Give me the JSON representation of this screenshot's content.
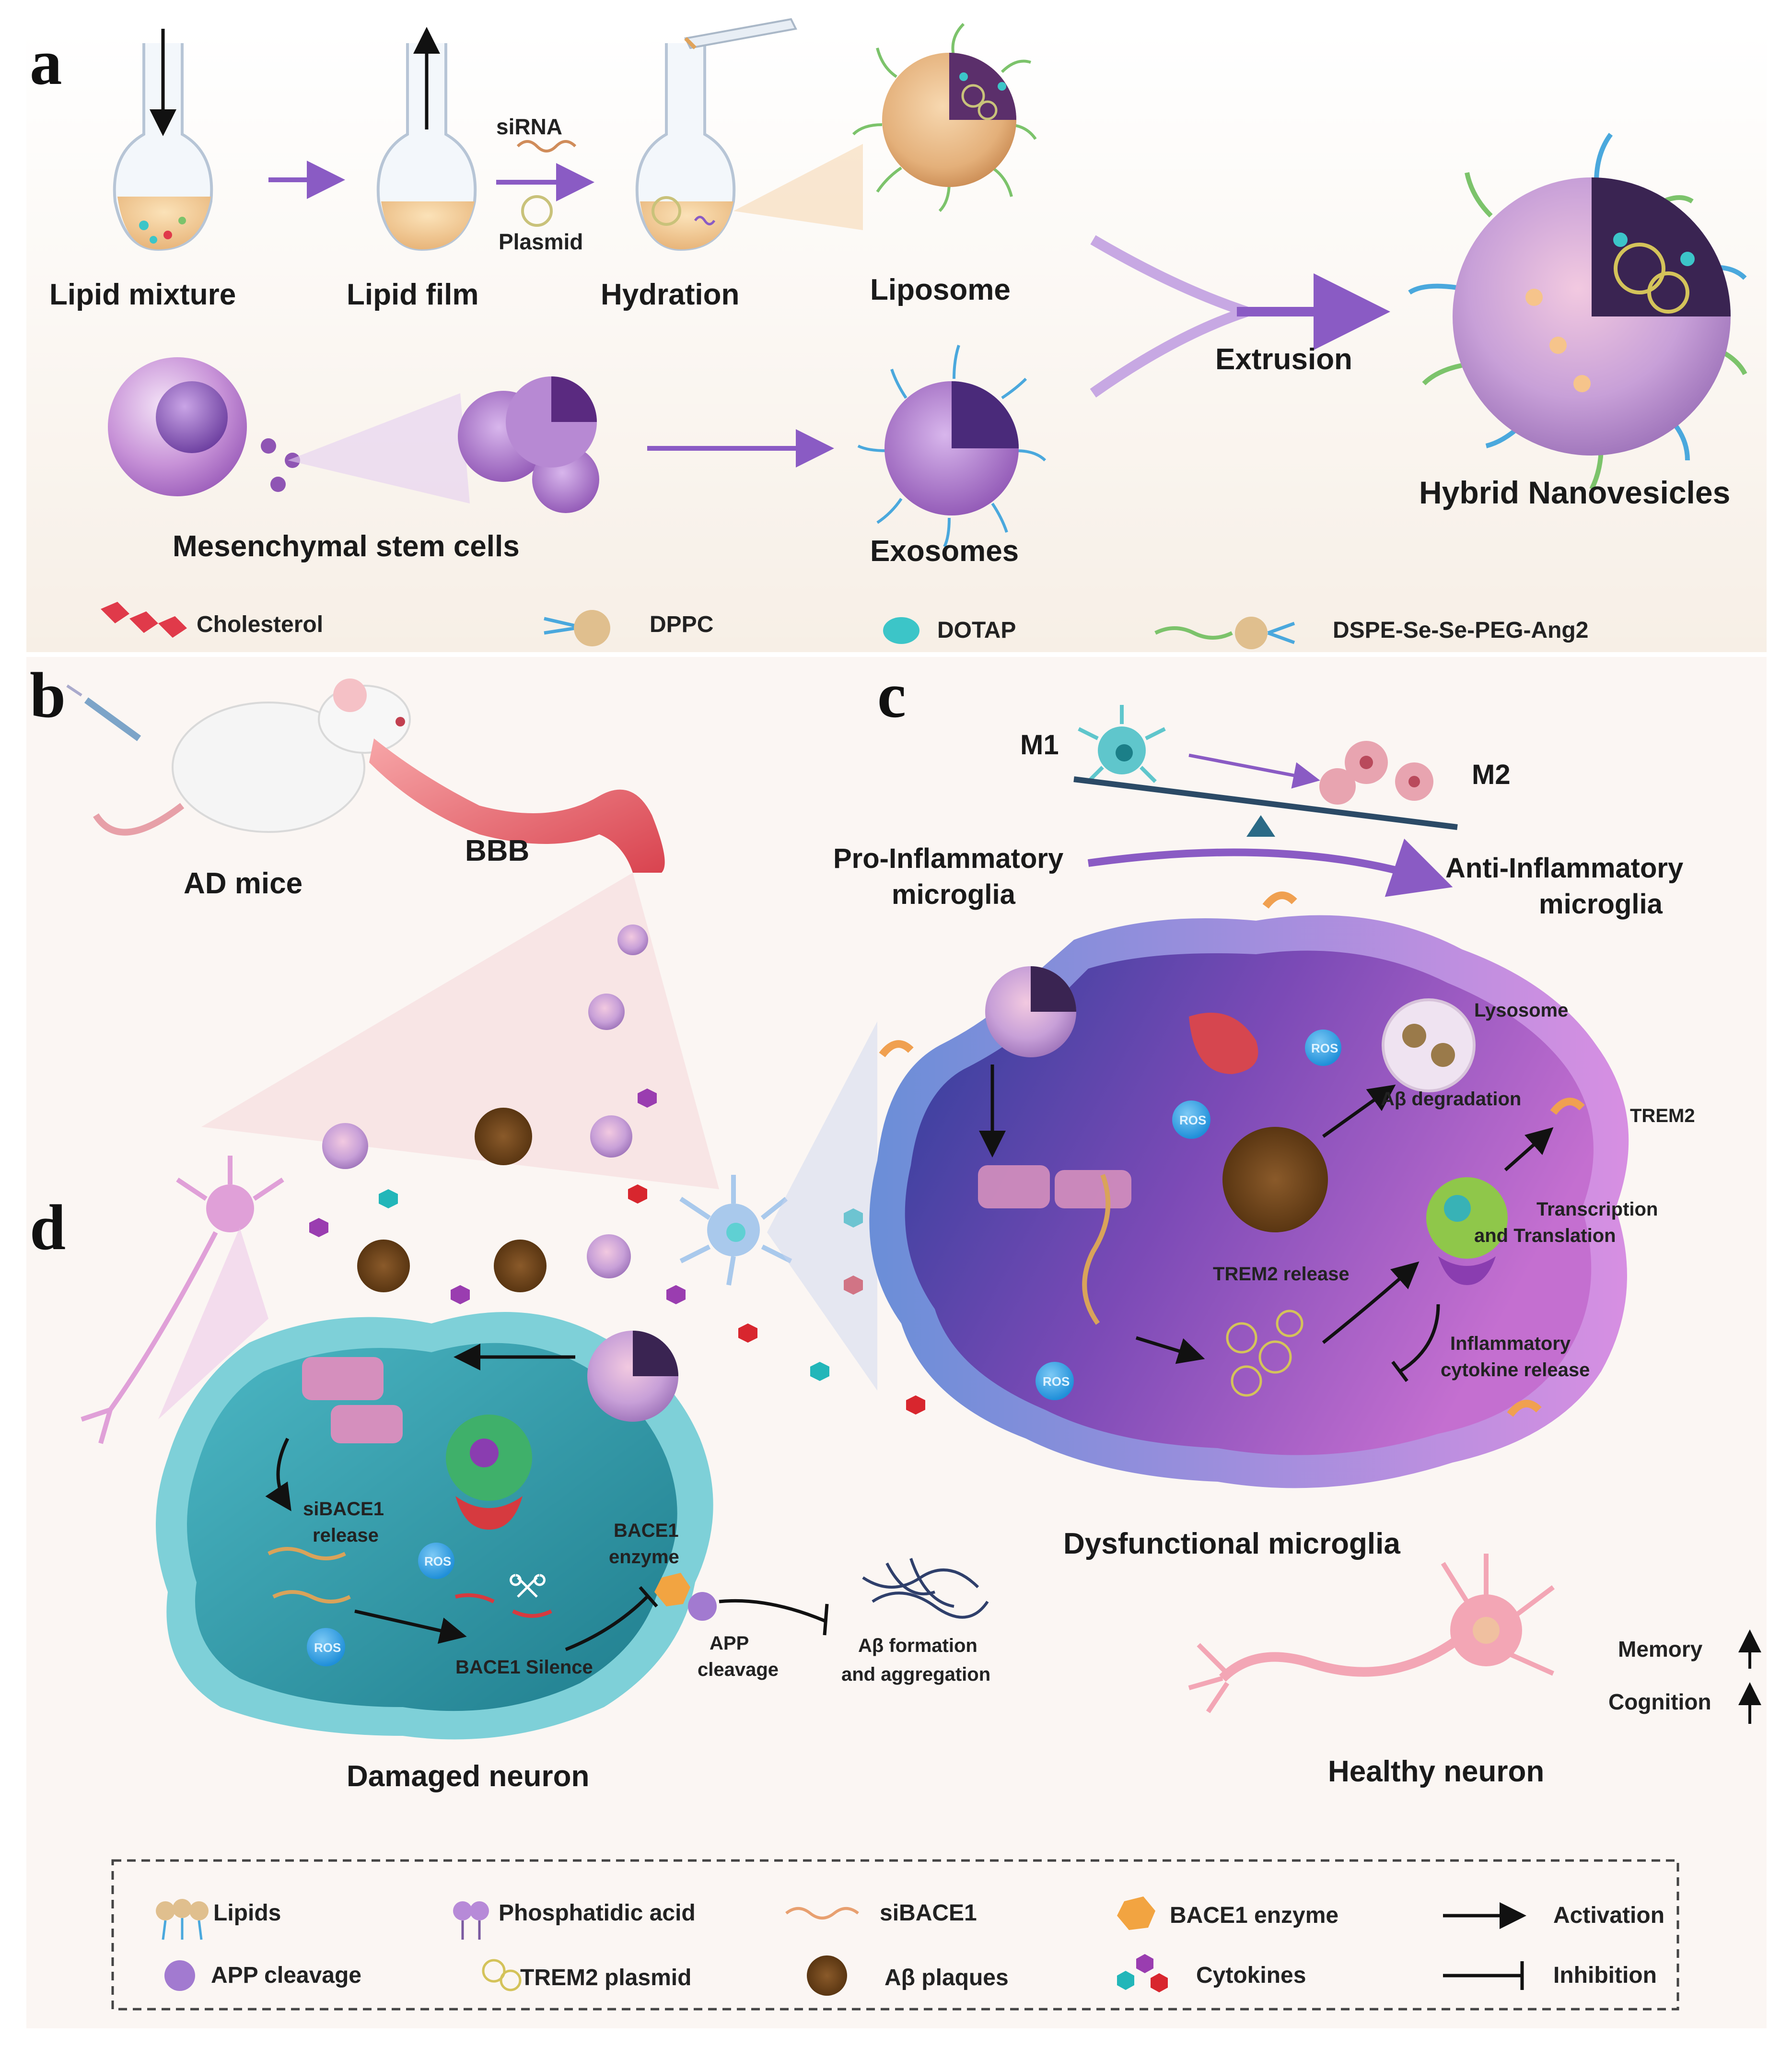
{
  "panels": {
    "a": "a",
    "b": "b",
    "c": "c",
    "d": "d"
  },
  "panel_a": {
    "lipid_mixture": "Lipid mixture",
    "lipid_film": "Lipid film",
    "hydration": "Hydration",
    "sirna": "siRNA",
    "plasmid": "Plasmid",
    "liposome": "Liposome",
    "extrusion": "Extrusion",
    "hybrid": "Hybrid Nanovesicles",
    "msc": "Mesenchymal  stem cells",
    "exosomes": "Exosomes",
    "legend": {
      "cholesterol": "Cholesterol",
      "dppc": "DPPC",
      "dotap": "DOTAP",
      "dspe": "DSPE-Se-Se-PEG-Ang2"
    }
  },
  "panel_b": {
    "ad_mice": "AD mice",
    "bbb": "BBB"
  },
  "panel_c": {
    "m1": "M1",
    "m2": "M2",
    "pro": [
      "Pro-Inflammatory",
      "microglia"
    ],
    "anti": [
      "Anti-Inflammatory",
      "microglia"
    ],
    "lysosome": "Lysosome",
    "abeta_degradation": "Aβ degradation",
    "trem2": "TREM2",
    "transcription": [
      "Transcription",
      "and Translation"
    ],
    "trem2_release": "TREM2 release",
    "inflammatory": [
      "Inflammatory",
      "cytokine release"
    ],
    "ros": "ROS",
    "dysfunctional": "Dysfunctional microglia",
    "memory": "Memory",
    "cognition": "Cognition",
    "healthy_neuron": "Healthy neuron"
  },
  "panel_d": {
    "sibace1_release": [
      "siBACE1",
      "release"
    ],
    "ros": "ROS",
    "bace1_silence": "BACE1 Silence",
    "bace1_enzyme": [
      "BACE1",
      "enzyme"
    ],
    "app_cleavage": [
      "APP",
      "cleavage"
    ],
    "abeta_formation": [
      "Aβ formation",
      "and aggregation"
    ],
    "damaged_neuron": "Damaged neuron"
  },
  "legend": {
    "lipids": "Lipids",
    "phosphatidic": "Phosphatidic  acid",
    "sibace1": "siBACE1",
    "bace1_enzyme": "BACE1 enzyme",
    "activation": "Activation",
    "app_cleavage": "APP cleavage",
    "trem2_plasmid": "TREM2 plasmid",
    "abeta_plaques": "Aβ plaques",
    "cytokines": "Cytokines",
    "inhibition": "Inhibition"
  },
  "colors": {
    "arrow_purple": "#8a5bc4",
    "microglia_purple": "#9c4fc7",
    "neuron_teal": "#2e9aa8",
    "ros_blue": "#2aa0e6",
    "cholesterol_red": "#e03a4a",
    "dotap_teal": "#3cc5c8",
    "peg_green": "#7cc36b",
    "dspe_blue": "#4aa8dd",
    "dppc_tan": "#d9b88a",
    "cytokine_purple": "#9a3db0",
    "cytokine_red": "#d8262e",
    "cytokine_teal": "#22b6b9",
    "healthy_neuron_pink": "#f3a6b5"
  }
}
